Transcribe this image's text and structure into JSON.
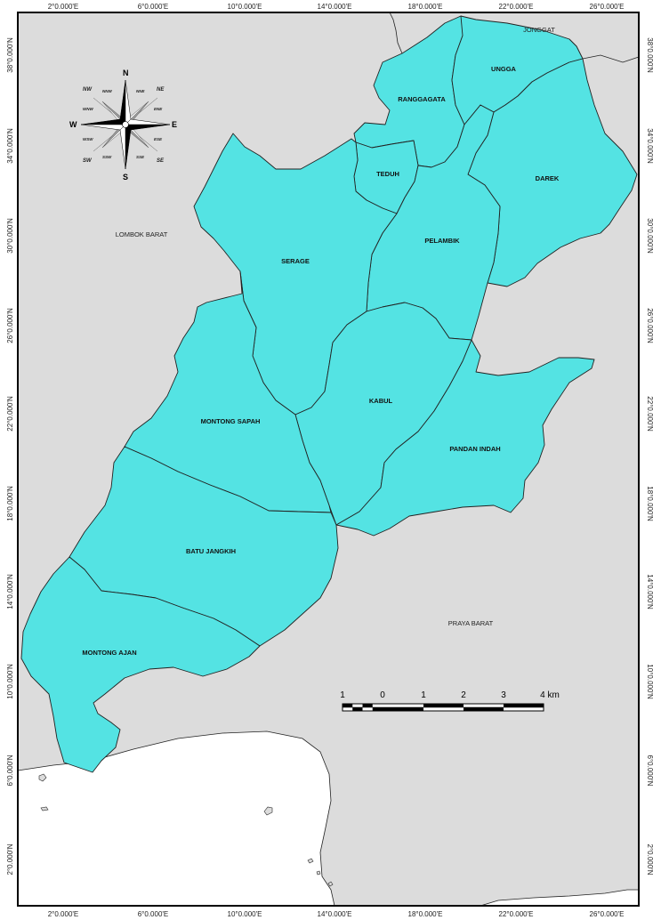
{
  "map": {
    "colors": {
      "region_fill": "#54e3e3",
      "land": "#dcdcdc",
      "sea": "#ffffff",
      "outline": "#222222"
    },
    "grid_labels": {
      "longitudes": [
        "2°0.000'E",
        "6°0.000'E",
        "10°0.000'E",
        "14°0.000'E",
        "18°0.000'E",
        "22°0.000'E",
        "26°0.000'E"
      ],
      "latitudes": [
        "38°0.000'N",
        "34°0.000'N",
        "30°0.000'N",
        "26°0.000'N",
        "22°0.000'N",
        "18°0.000'N",
        "14°0.000'N",
        "10°0.000'N",
        "6°0.000'N",
        "2°0.000'N"
      ]
    },
    "regions": {
      "ranggagata": "RANGGAGATA",
      "ungga": "UNGGA",
      "darek": "DAREK",
      "teduh": "TEDUH",
      "pelambik": "PELAMBIK",
      "serage": "SERAGE",
      "kabul": "KABUL",
      "montong_sapah": "MONTONG SAPAH",
      "pandan_indah": "PANDAN INDAH",
      "batu_jangkih": "BATU JANGKIH",
      "montong_ajan": "MONTONG AJAN"
    },
    "surrounding_areas": {
      "jonggat": "JONGGAT",
      "lombok_barat": "LOMBOK BARAT",
      "praya_barat": "PRAYA BARAT"
    },
    "scale_bar": {
      "labels": [
        "1",
        "0",
        "1",
        "2",
        "3",
        "4 km"
      ]
    },
    "compass": {
      "cardinal": {
        "n": "N",
        "s": "S",
        "e": "E",
        "w": "W"
      },
      "intercardinal": {
        "ne": "NE",
        "nw": "NW",
        "se": "SE",
        "sw": "SW"
      },
      "minor": {
        "nne": "NNE",
        "nnw": "NNW",
        "ene": "ENE",
        "ese": "ESE",
        "sse": "SSE",
        "ssw": "SSW",
        "wnw": "WNW",
        "wsw": "WSW"
      }
    }
  }
}
